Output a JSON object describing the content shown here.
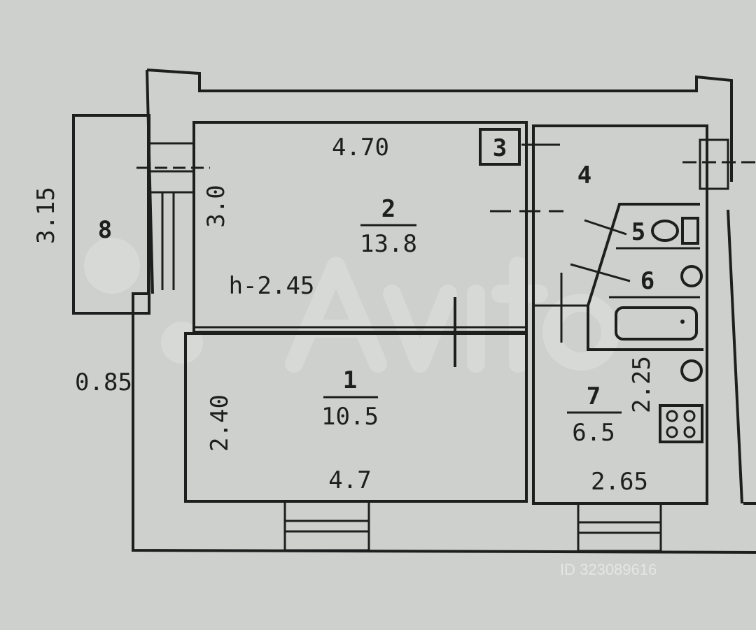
{
  "plan": {
    "rooms": [
      {
        "id": "room-1",
        "number": "1",
        "area": "10.5"
      },
      {
        "id": "room-2",
        "number": "2",
        "area": "13.8"
      },
      {
        "id": "room-3",
        "number": "3"
      },
      {
        "id": "room-4",
        "number": "4"
      },
      {
        "id": "room-5",
        "number": "5"
      },
      {
        "id": "room-6",
        "number": "6"
      },
      {
        "id": "room-7",
        "number": "7",
        "area": "6.5"
      },
      {
        "id": "room-8",
        "number": "8"
      }
    ],
    "dimensions": {
      "room2_width": "4.70",
      "room2_depth": "3.0",
      "ceiling_height": "h-2.45",
      "room1_width": "4.7",
      "room1_depth": "2.40",
      "kitchen_width": "2.65",
      "kitchen_depth": "2.25",
      "balcony_length": "3.15",
      "wall_offset": "0.85"
    }
  },
  "watermarks": {
    "brand": "Avito",
    "id_text": "ID 323089616"
  }
}
